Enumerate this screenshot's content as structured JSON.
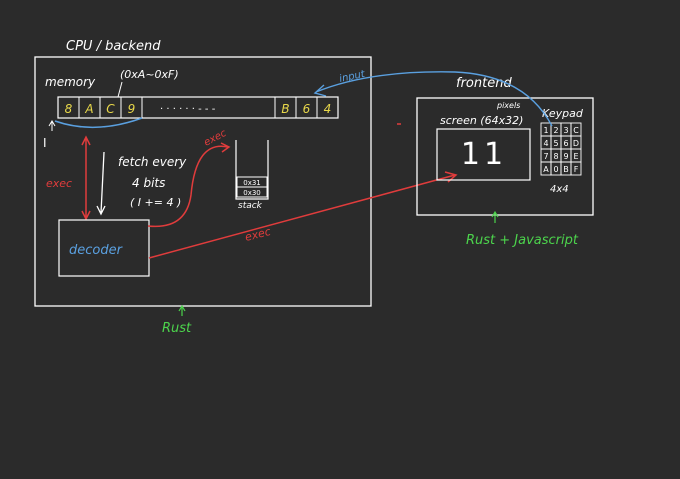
{
  "colors": {
    "background": "#2b2b2b",
    "ink": "#ffffff",
    "yellow": "#e8d84a",
    "red": "#e03c3c",
    "blue": "#5aa0e0",
    "green": "#4cd44c"
  },
  "cpu": {
    "title": "CPU / backend",
    "memory_label": "memory",
    "range_label": "(0xA~0xF)",
    "mem_cells": [
      "8",
      "A",
      "C",
      "9"
    ],
    "mem_dots": "· · · · · · - - -",
    "mem_cells_end": [
      "B",
      "6",
      "4"
    ],
    "index_label": "I",
    "fetch_lines": [
      "fetch every",
      "4 bits",
      "( I += 4 )"
    ],
    "stack_cells": [
      "0x31",
      "0x30"
    ],
    "stack_label": "stack",
    "decoder_label": "decoder",
    "exec_left": "exec",
    "exec_mid": "exec",
    "exec_long": "exec",
    "lang_label": "Rust"
  },
  "frontend": {
    "title": "frontend",
    "screen_label": "screen (64x32)",
    "pixels_label": "pixels",
    "screen_display": "11",
    "keypad_label": "Keypad",
    "keypad_keys": [
      "1",
      "2",
      "3",
      "C",
      "4",
      "5",
      "6",
      "D",
      "7",
      "8",
      "9",
      "E",
      "A",
      "0",
      "B",
      "F"
    ],
    "keypad_size": "4x4",
    "lang_label": "Rust + Javascript",
    "input_label": "input"
  }
}
